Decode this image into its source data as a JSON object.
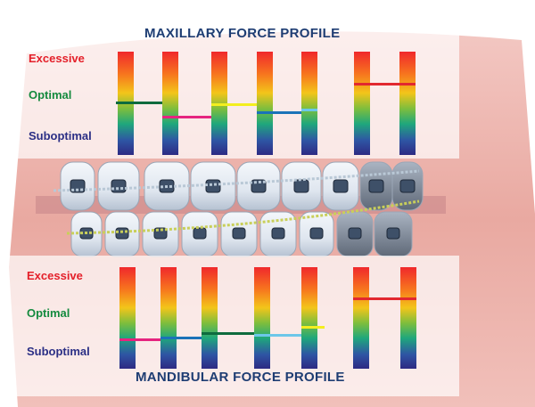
{
  "maxillary_panel": {
    "title": "MAXILLARY FORCE PROFILE",
    "levels": {
      "excessive": "Excessive",
      "optimal": "Optimal",
      "suboptimal": "Suboptimal"
    },
    "force_lines": [
      {
        "color": "#0e6b3e"
      },
      {
        "color": "#e5247f"
      },
      {
        "color": "#f3ee1f"
      },
      {
        "color": "#1a73b8"
      },
      {
        "color": "#6cc7e9"
      },
      {
        "color": "#e2282f"
      }
    ]
  },
  "mandibular_panel": {
    "title": "MANDIBULAR FORCE PROFILE",
    "levels": {
      "excessive": "Excessive",
      "optimal": "Optimal",
      "suboptimal": "Suboptimal"
    },
    "force_lines": [
      {
        "color": "#e5247f"
      },
      {
        "color": "#1a73b8"
      },
      {
        "color": "#0e6b3e"
      },
      {
        "color": "#6cc7e9"
      },
      {
        "color": "#f3ee1f"
      },
      {
        "color": "#e2282f"
      }
    ]
  },
  "palette": {
    "excessive": "#e4202a",
    "optimal": "#148a3e",
    "suboptimal": "#2b2f85",
    "title": "#1e3d73"
  }
}
